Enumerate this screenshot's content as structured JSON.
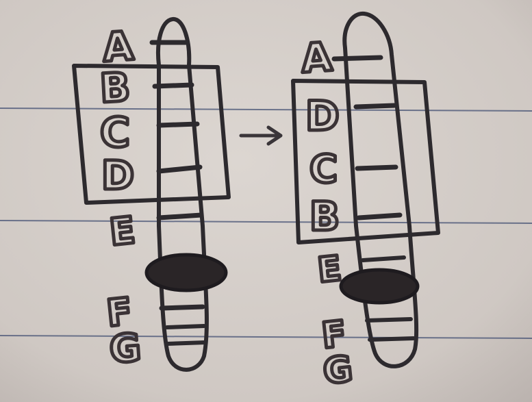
{
  "colors": {
    "paper": "#d7d0cb",
    "paper_shadow": "#b9b1ad",
    "rule_line": "#4f5a7a",
    "ink": "#2d2a2e",
    "ink_dark": "#1e1b1f",
    "fill_dark": "#2a2527"
  },
  "diagram": {
    "left": {
      "labels": [
        "A",
        "B",
        "C",
        "D",
        "E",
        "F",
        "G"
      ],
      "boxed_labels": [
        "B",
        "C",
        "D"
      ]
    },
    "arrow_icon": "right-arrow-icon",
    "right": {
      "labels": [
        "A",
        "D",
        "C",
        "B",
        "E",
        "F",
        "G"
      ],
      "boxed_labels": [
        "D",
        "C",
        "B"
      ]
    }
  }
}
